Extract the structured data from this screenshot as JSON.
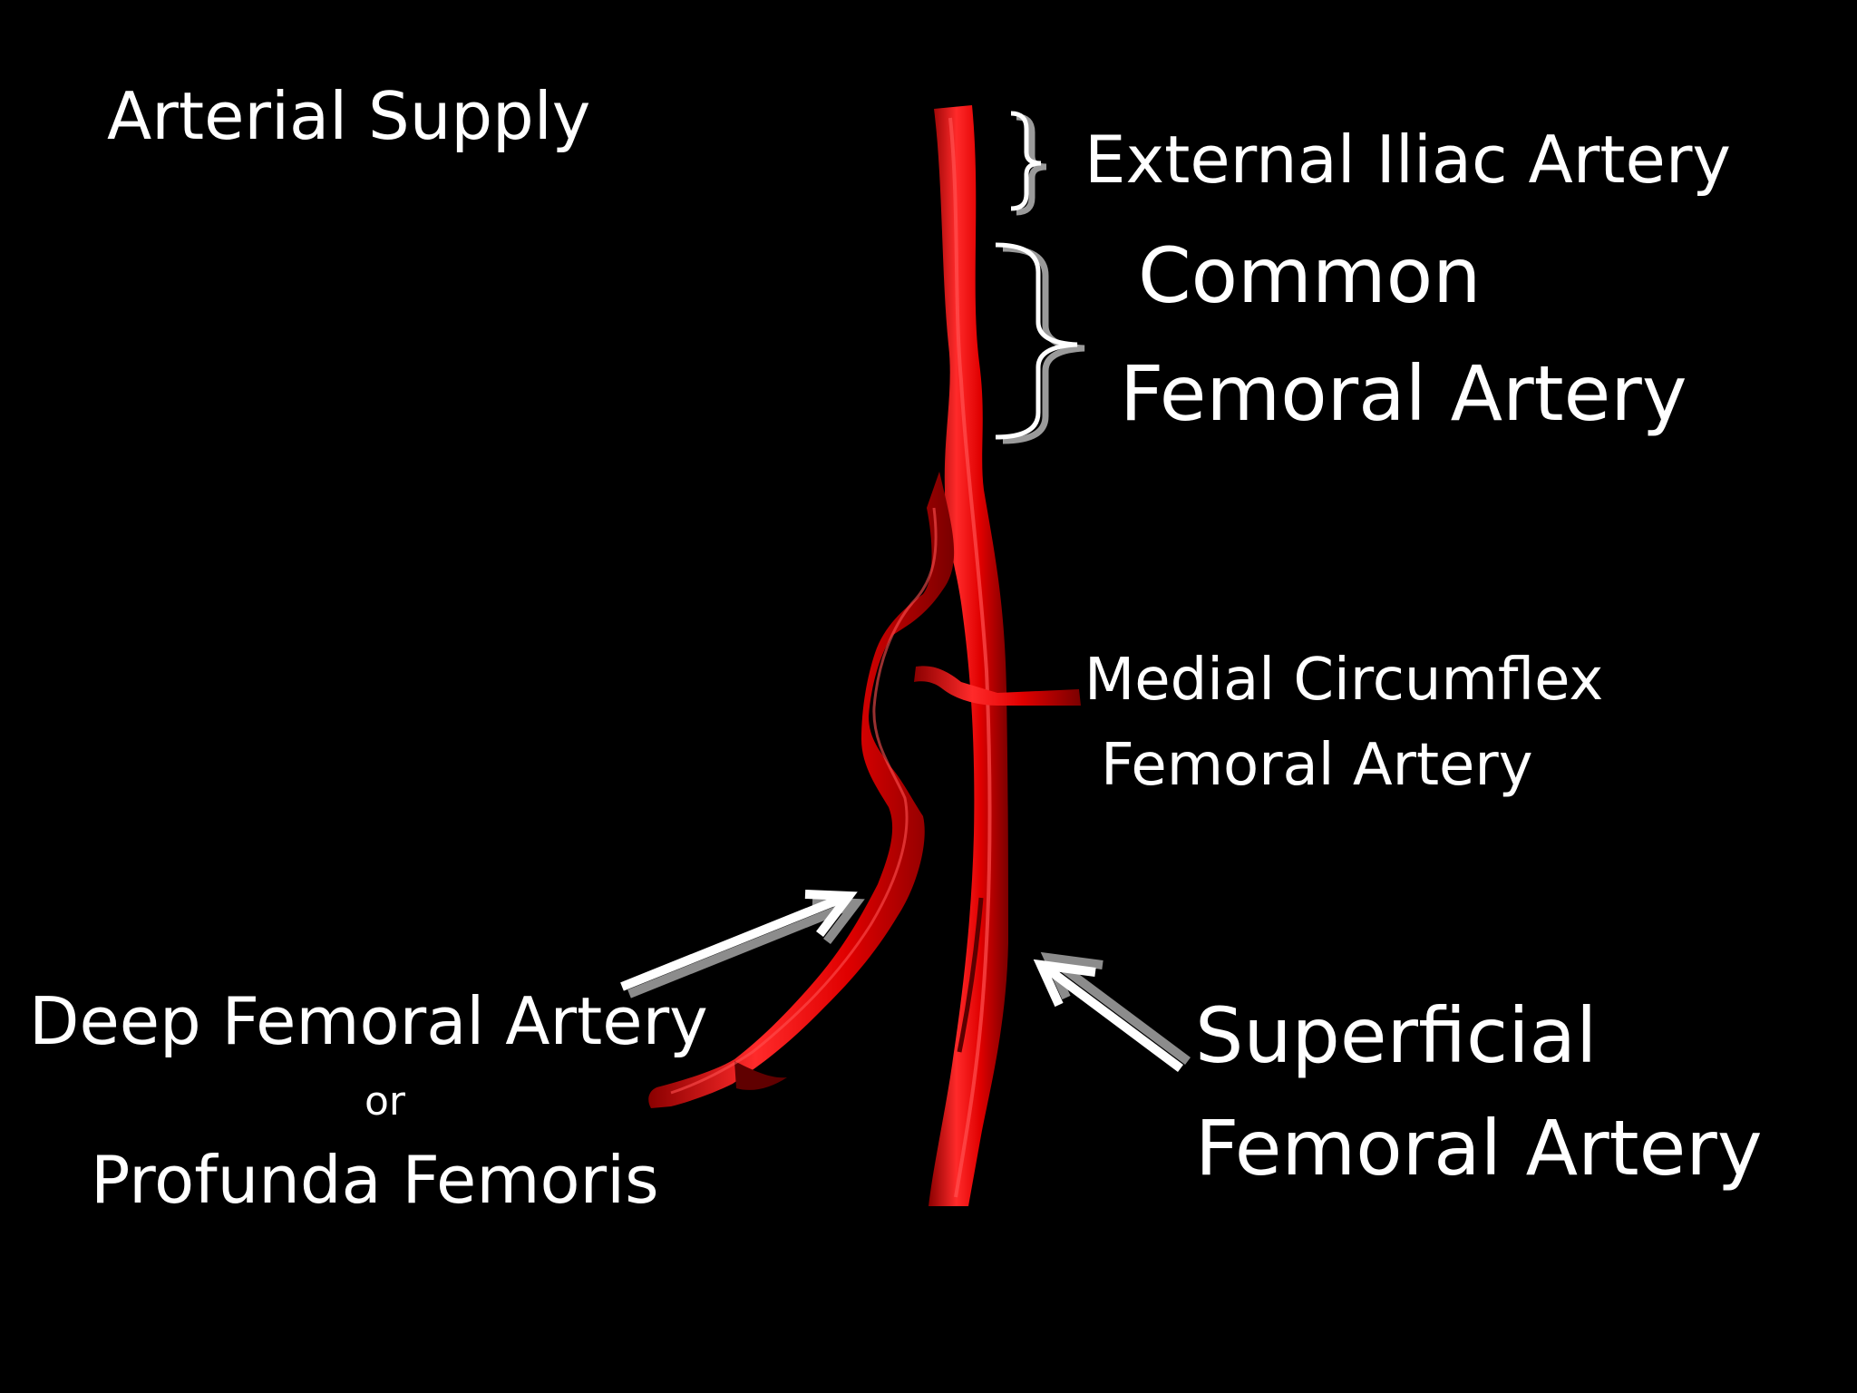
{
  "title": "Arterial Supply",
  "colors": {
    "background": "#000000",
    "artery": "#e00000",
    "artery_highlight": "#ff3030",
    "artery_shadow": "#8a0000",
    "label": "#ffffff",
    "bracket_shadow": "#9a9a9a"
  },
  "labels": {
    "external_iliac": "External Iliac Artery",
    "common_femoral": {
      "line1": "Common",
      "line2": "Femoral Artery"
    },
    "medial_circumflex": {
      "line1": "Medial Circumflex",
      "line2": "Femoral Artery"
    },
    "deep_femoral": {
      "line1": "Deep Femoral Artery",
      "connector": "or",
      "line2": "Profunda Femoris"
    },
    "superficial_femoral": {
      "line1": "Superficial",
      "line2": "Femoral Artery"
    }
  },
  "icons": {
    "external_iliac_bracket": "curly-brace-icon",
    "common_femoral_bracket": "curly-brace-icon",
    "deep_femoral_pointer": "arrow-icon",
    "superficial_femoral_pointer": "arrow-icon"
  }
}
